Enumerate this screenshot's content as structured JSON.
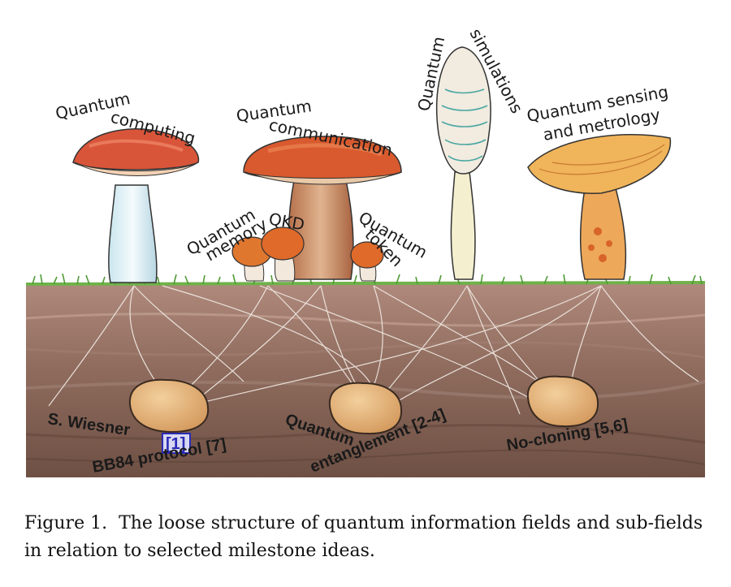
{
  "mushrooms": {
    "computing": {
      "line1": "Quantum",
      "line2": "computing"
    },
    "communication": {
      "line1": "Quantum",
      "line2": "communication"
    },
    "memory": {
      "line1": "Quantum",
      "line2": "memory"
    },
    "qkd": {
      "label": "QKD"
    },
    "token": {
      "line1": "Quantum",
      "line2": "token"
    },
    "simulations": {
      "line1": "Quantum",
      "line2": "simulations"
    },
    "sensing": {
      "line1": "Quantum sensing",
      "line2": "and metrology"
    }
  },
  "roots": {
    "wiesner": {
      "label": "S. Wiesner",
      "ref": "[1]"
    },
    "bb84": {
      "label": "BB84 protocol [7]"
    },
    "entanglement": {
      "line1": "Quantum",
      "line2": "entanglement [2-4]"
    },
    "nocloning": {
      "label": "No-cloning [5,6]"
    }
  },
  "caption": {
    "prefix": "Figure 1.",
    "text": "The loose structure of quantum information fields and sub-fields in relation to selected milestone ideas."
  },
  "colors": {
    "soil": "#8a6a5a",
    "grass": "#5a9e3a",
    "tuber": "#e2b07a",
    "red_cap": "#d9553a",
    "orange_cap": "#f0b45a",
    "link": "#2a2ab8"
  }
}
